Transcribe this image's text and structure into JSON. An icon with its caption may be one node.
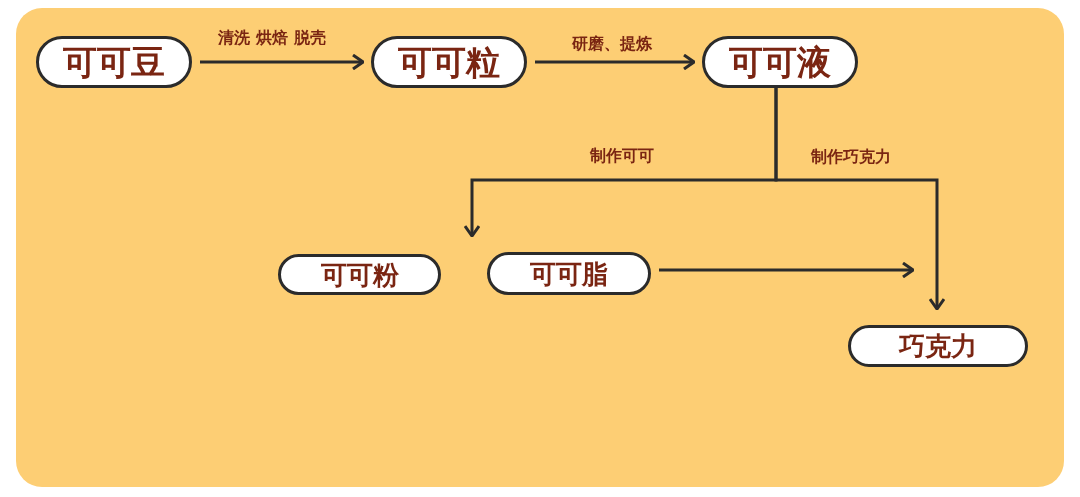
{
  "diagram": {
    "nodes": [
      {
        "text": [
          "可可豆"
        ]
      },
      {
        "text": [
          "可可粒"
        ]
      },
      {
        "text": [
          "可可液"
        ]
      },
      {
        "text": [
          "可可粉"
        ]
      },
      {
        "text": [
          "可可脂"
        ]
      },
      {
        "text": [
          "巧克力"
        ]
      }
    ],
    "edges": [
      {
        "from": 0,
        "to": 1,
        "arrow": "to",
        "label": "清洗 烘焙 脱壳"
      },
      {
        "from": 1,
        "to": 2,
        "arrow": "to",
        "label": "研磨、提炼"
      },
      {
        "from": 2,
        "to": 4,
        "arrow": "to",
        "label": "制作可可"
      },
      {
        "from": 2,
        "to": 5,
        "arrow": "to",
        "label": "制作巧克力"
      },
      {
        "from": 4,
        "to": null,
        "arrow": "to"
      }
    ]
  }
}
